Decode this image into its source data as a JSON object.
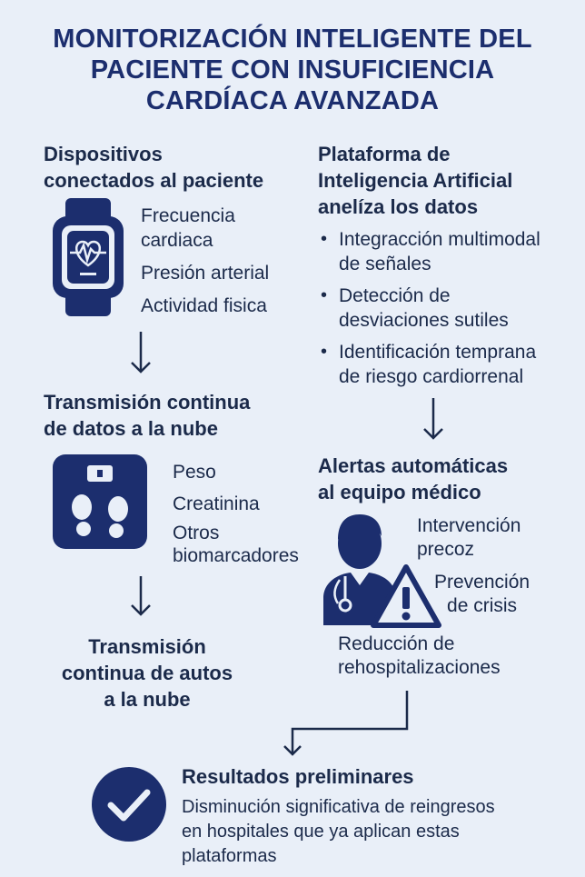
{
  "title": {
    "line1": "MONITORIZACIÓN INTELIGENTE DEL",
    "line2": "PACIENTE CON INSUFICIENCIA",
    "line3": "CARDÍACA AVANZADA"
  },
  "devices": {
    "heading_line1": "Dispositivos",
    "heading_line2": "conectados al paciente",
    "item1_line1": "Frecuencia",
    "item1_line2": "cardiaca",
    "item2": "Presión arterial",
    "item3": "Actividad fisica"
  },
  "transmission": {
    "heading_line1": "Transmisión continua",
    "heading_line2": "de datos a la nube",
    "item1": "Peso",
    "item2": "Creatinina",
    "item3_line1": "Otros",
    "item3_line2": "biomarcadores"
  },
  "transmission2": {
    "line1": "Transmisión",
    "line2": "continua de autos",
    "line3": "a la nube"
  },
  "ai_platform": {
    "heading_line1": "Plataforma de",
    "heading_line2": "Inteligencia Artificial",
    "heading_line3": "anelíza los datos",
    "bullet1_line1": "Integracción multimodal",
    "bullet1_line2": "de señales",
    "bullet2_line1": "Detección de",
    "bullet2_line2": "desviaciones sutiles",
    "bullet3_line1": "Identificación temprana",
    "bullet3_line2": "de riesgo cardiorrenal"
  },
  "alerts": {
    "heading_line1": "Alertas automáticas",
    "heading_line2": "al equipo médico",
    "item1_line1": "Intervención",
    "item1_line2": "precoz",
    "item2_line1": "Prevención",
    "item2_line2": "de crisis",
    "item3_line1": "Reducción de",
    "item3_line2": "rehospitalizaciones"
  },
  "results": {
    "heading": "Resultados preliminares",
    "line1": "Disminución significativa de reingresos",
    "line2": "en hospitales que ya aplican estas",
    "line3": "plataformas"
  },
  "colors": {
    "navy": "#1c2e6e",
    "background": "#e9eff8",
    "text": "#1b2a4a"
  },
  "icons": [
    "smartwatch-heart-icon",
    "scale-footprints-icon",
    "doctor-icon",
    "warning-icon",
    "checkmark-circle-icon",
    "arrow-down-icon"
  ]
}
